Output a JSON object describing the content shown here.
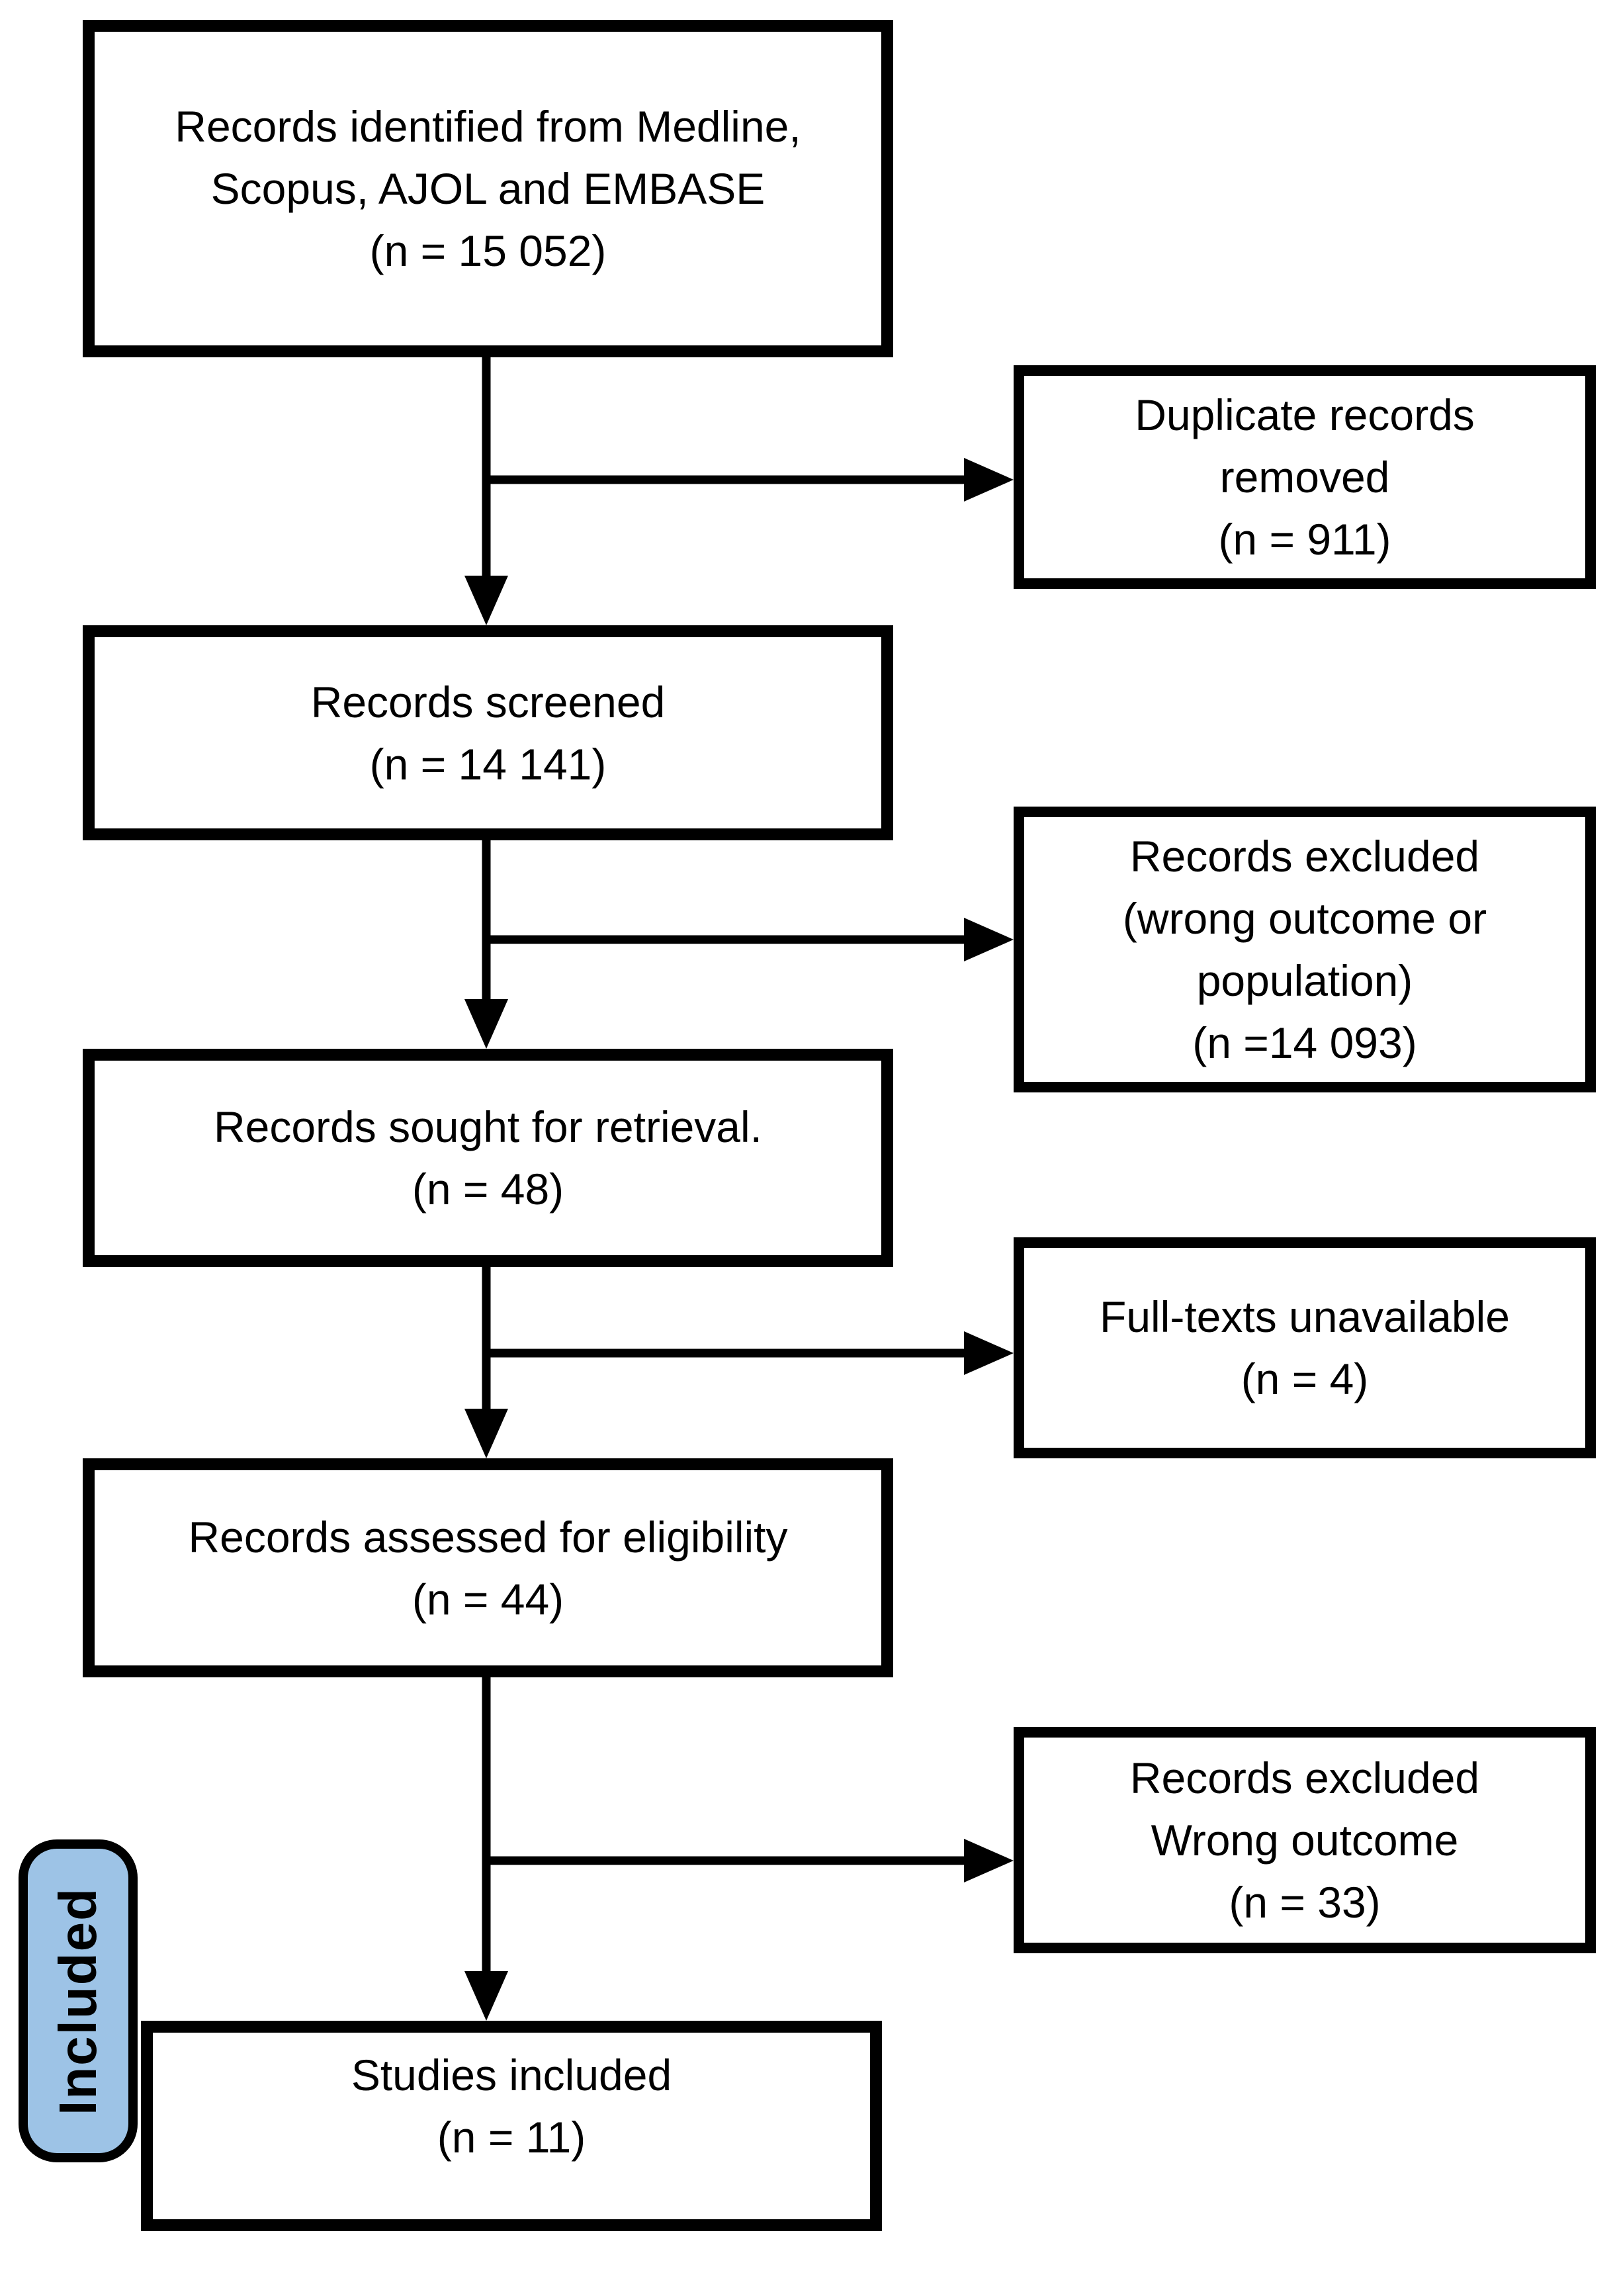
{
  "palette": {
    "background": "#ffffff",
    "line_color": "#000000",
    "text_color": "#000000",
    "stage_label_fill": "#9DC3E6",
    "stage_label_border": "#000000"
  },
  "flow": {
    "main_boxes": [
      {
        "name": "records-identified",
        "text": "Records identified from Medline,\nScopus, AJOL and EMBASE\n(n = 15 052)"
      },
      {
        "name": "records-screened",
        "text": "Records screened\n(n = 14 141)"
      },
      {
        "name": "records-sought",
        "text": "Records sought for retrieval.\n(n = 48)"
      },
      {
        "name": "records-assessed",
        "text": "Records assessed for eligibility\n(n = 44)"
      },
      {
        "name": "studies-included",
        "text": "Studies included\n(n = 11)"
      }
    ],
    "side_boxes": [
      {
        "name": "duplicates-removed",
        "text": "Duplicate records\nremoved\n(n = 911)"
      },
      {
        "name": "records-excluded-screening",
        "text": "Records excluded\n(wrong outcome or\npopulation)\n(n =14 093)"
      },
      {
        "name": "full-texts-unavailable",
        "text": "Full-texts unavailable\n(n = 4)"
      },
      {
        "name": "records-excluded-eligibility",
        "text": "Records excluded\nWrong outcome\n(n = 33)"
      }
    ],
    "stage_label": {
      "text": "Included"
    }
  }
}
